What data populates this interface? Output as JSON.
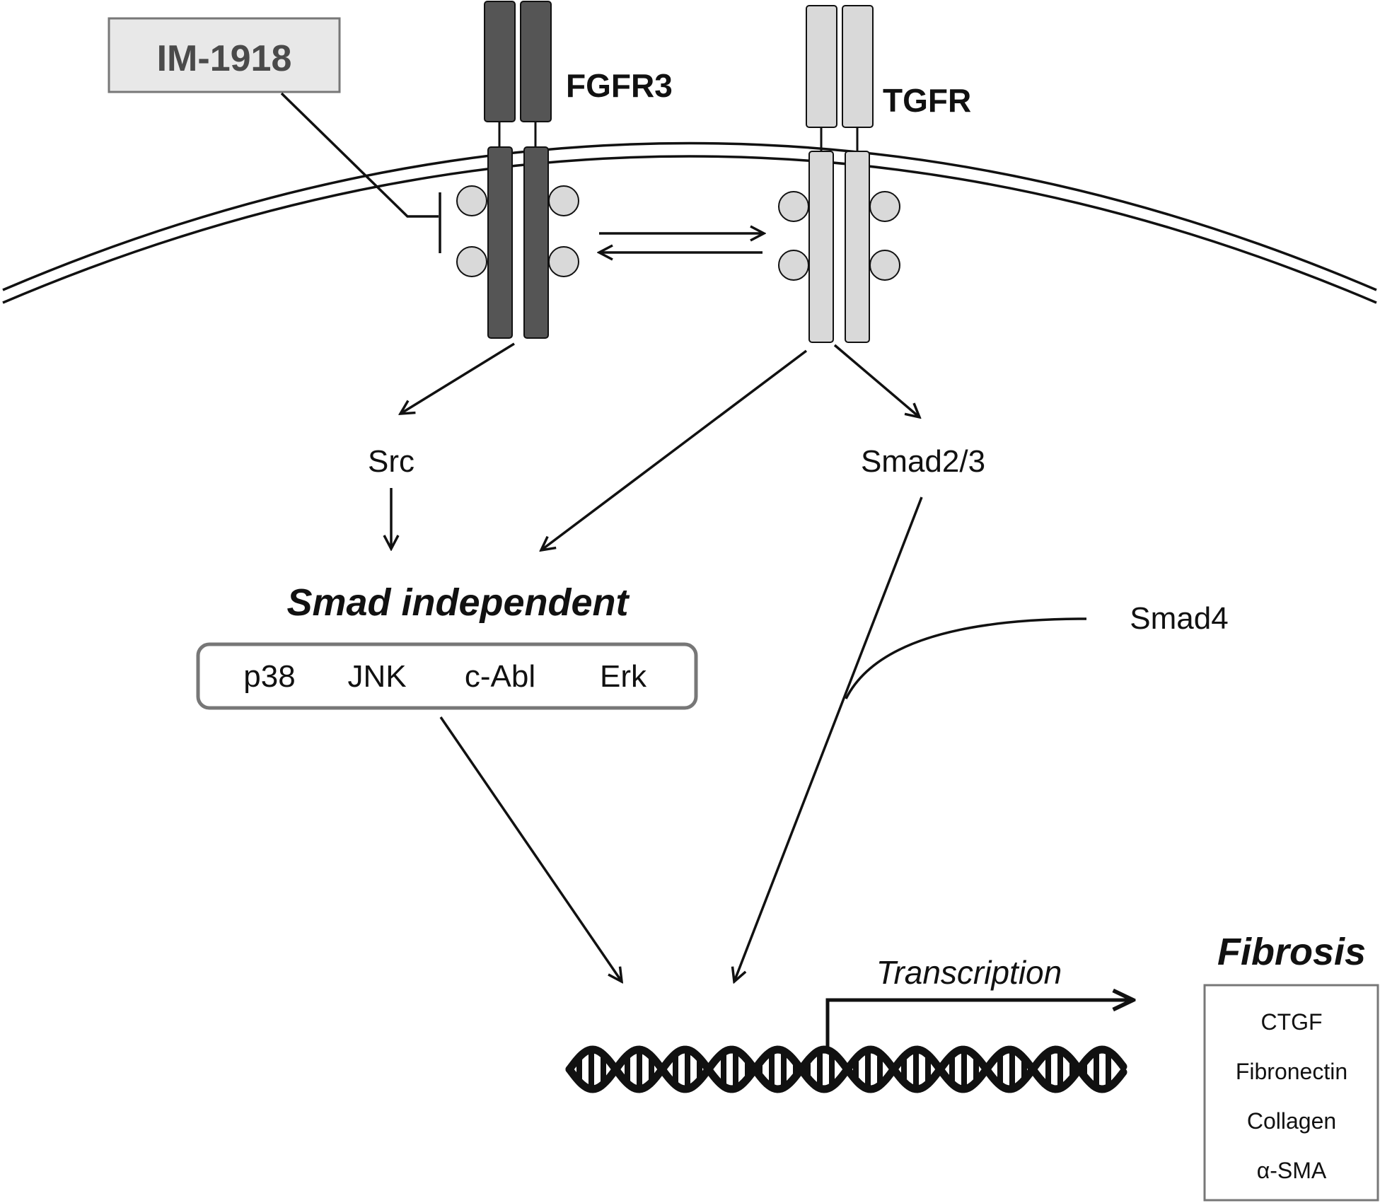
{
  "drug": {
    "label": "IM-1918"
  },
  "receptors": {
    "fgfr3": {
      "label": "FGFR3",
      "color": "#555555"
    },
    "tgfr": {
      "label": "TGFR",
      "color": "#d9d9d9"
    }
  },
  "nodes": {
    "src": "Src",
    "smad23": "Smad2/3",
    "smad4": "Smad4",
    "smad_independent": "Smad independent",
    "transcription": "Transcription",
    "fibrosis": "Fibrosis"
  },
  "smad_independent_kinases": [
    "p38",
    "JNK",
    "c-Abl",
    "Erk"
  ],
  "fibrosis_genes": [
    "CTGF",
    "Fibronectin",
    "Collagen",
    "α-SMA"
  ],
  "colors": {
    "phospho_site": "#d9d9d9",
    "drug_box": "#e8e8e8",
    "box_border": "#777777",
    "line": "#111111"
  }
}
